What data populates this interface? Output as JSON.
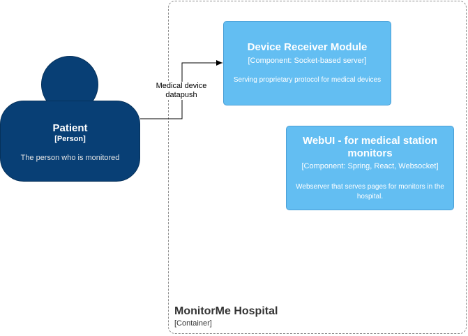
{
  "container": {
    "title": "MonitorMe Hospital",
    "type": "[Container]"
  },
  "person": {
    "name": "Patient",
    "type": "[Person]",
    "description": "The person who is monitored",
    "color": "#083f75"
  },
  "components": [
    {
      "title": "Device Receiver Module",
      "technology": "[Component: Socket-based server]",
      "description": "Serving proprietary protocol for medical devices",
      "color": "#63bef2"
    },
    {
      "title": "WebUI - for medical station monitors",
      "technology": "[Component: Spring, React, Websocket]",
      "description": "Webserver that serves pages for monitors in the hospital.",
      "color": "#63bef2"
    }
  ],
  "relationships": [
    {
      "label": "Medical device datapush"
    }
  ]
}
